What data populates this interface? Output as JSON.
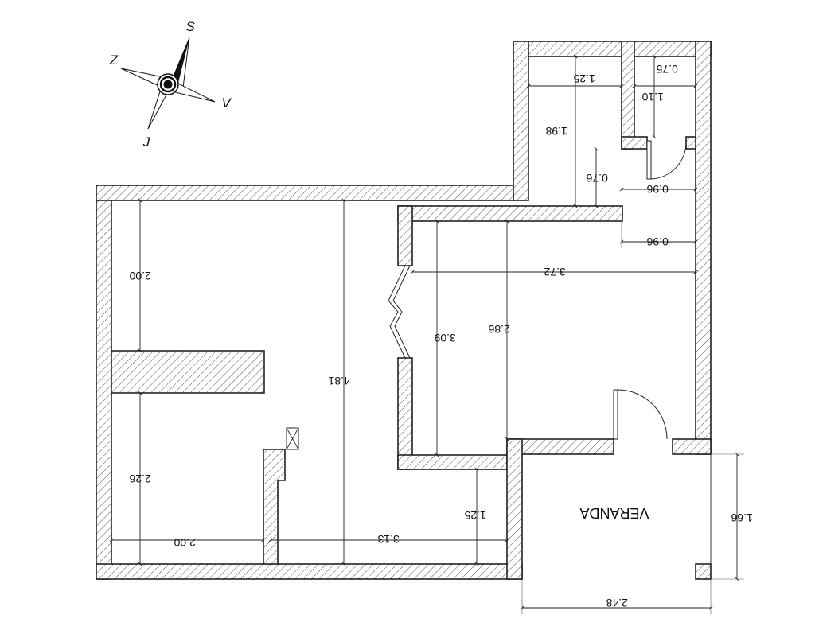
{
  "compass": {
    "s": "S",
    "z": "Z",
    "v": "V",
    "j": "J"
  },
  "rooms": {
    "veranda": "VERANDA"
  },
  "dims": {
    "top_1_25": "1.25",
    "top_0_75": "0.75",
    "top_1_10": "1.10",
    "top_1_98": "1.98",
    "top_0_76": "0.76",
    "top_0_96_a": "0.96",
    "top_0_96_b": "0.96",
    "w_3_72": "3.72",
    "h_2_86": "2.86",
    "h_3_09": "3.09",
    "h_4_81": "4.81",
    "left_2_00": "2.00",
    "left_2_26": "2.26",
    "bottom_2_00": "2.00",
    "bottom_3_13": "3.13",
    "h_1_25": "1.25",
    "veranda_1_66": "1.66",
    "veranda_2_48": "2.48"
  }
}
